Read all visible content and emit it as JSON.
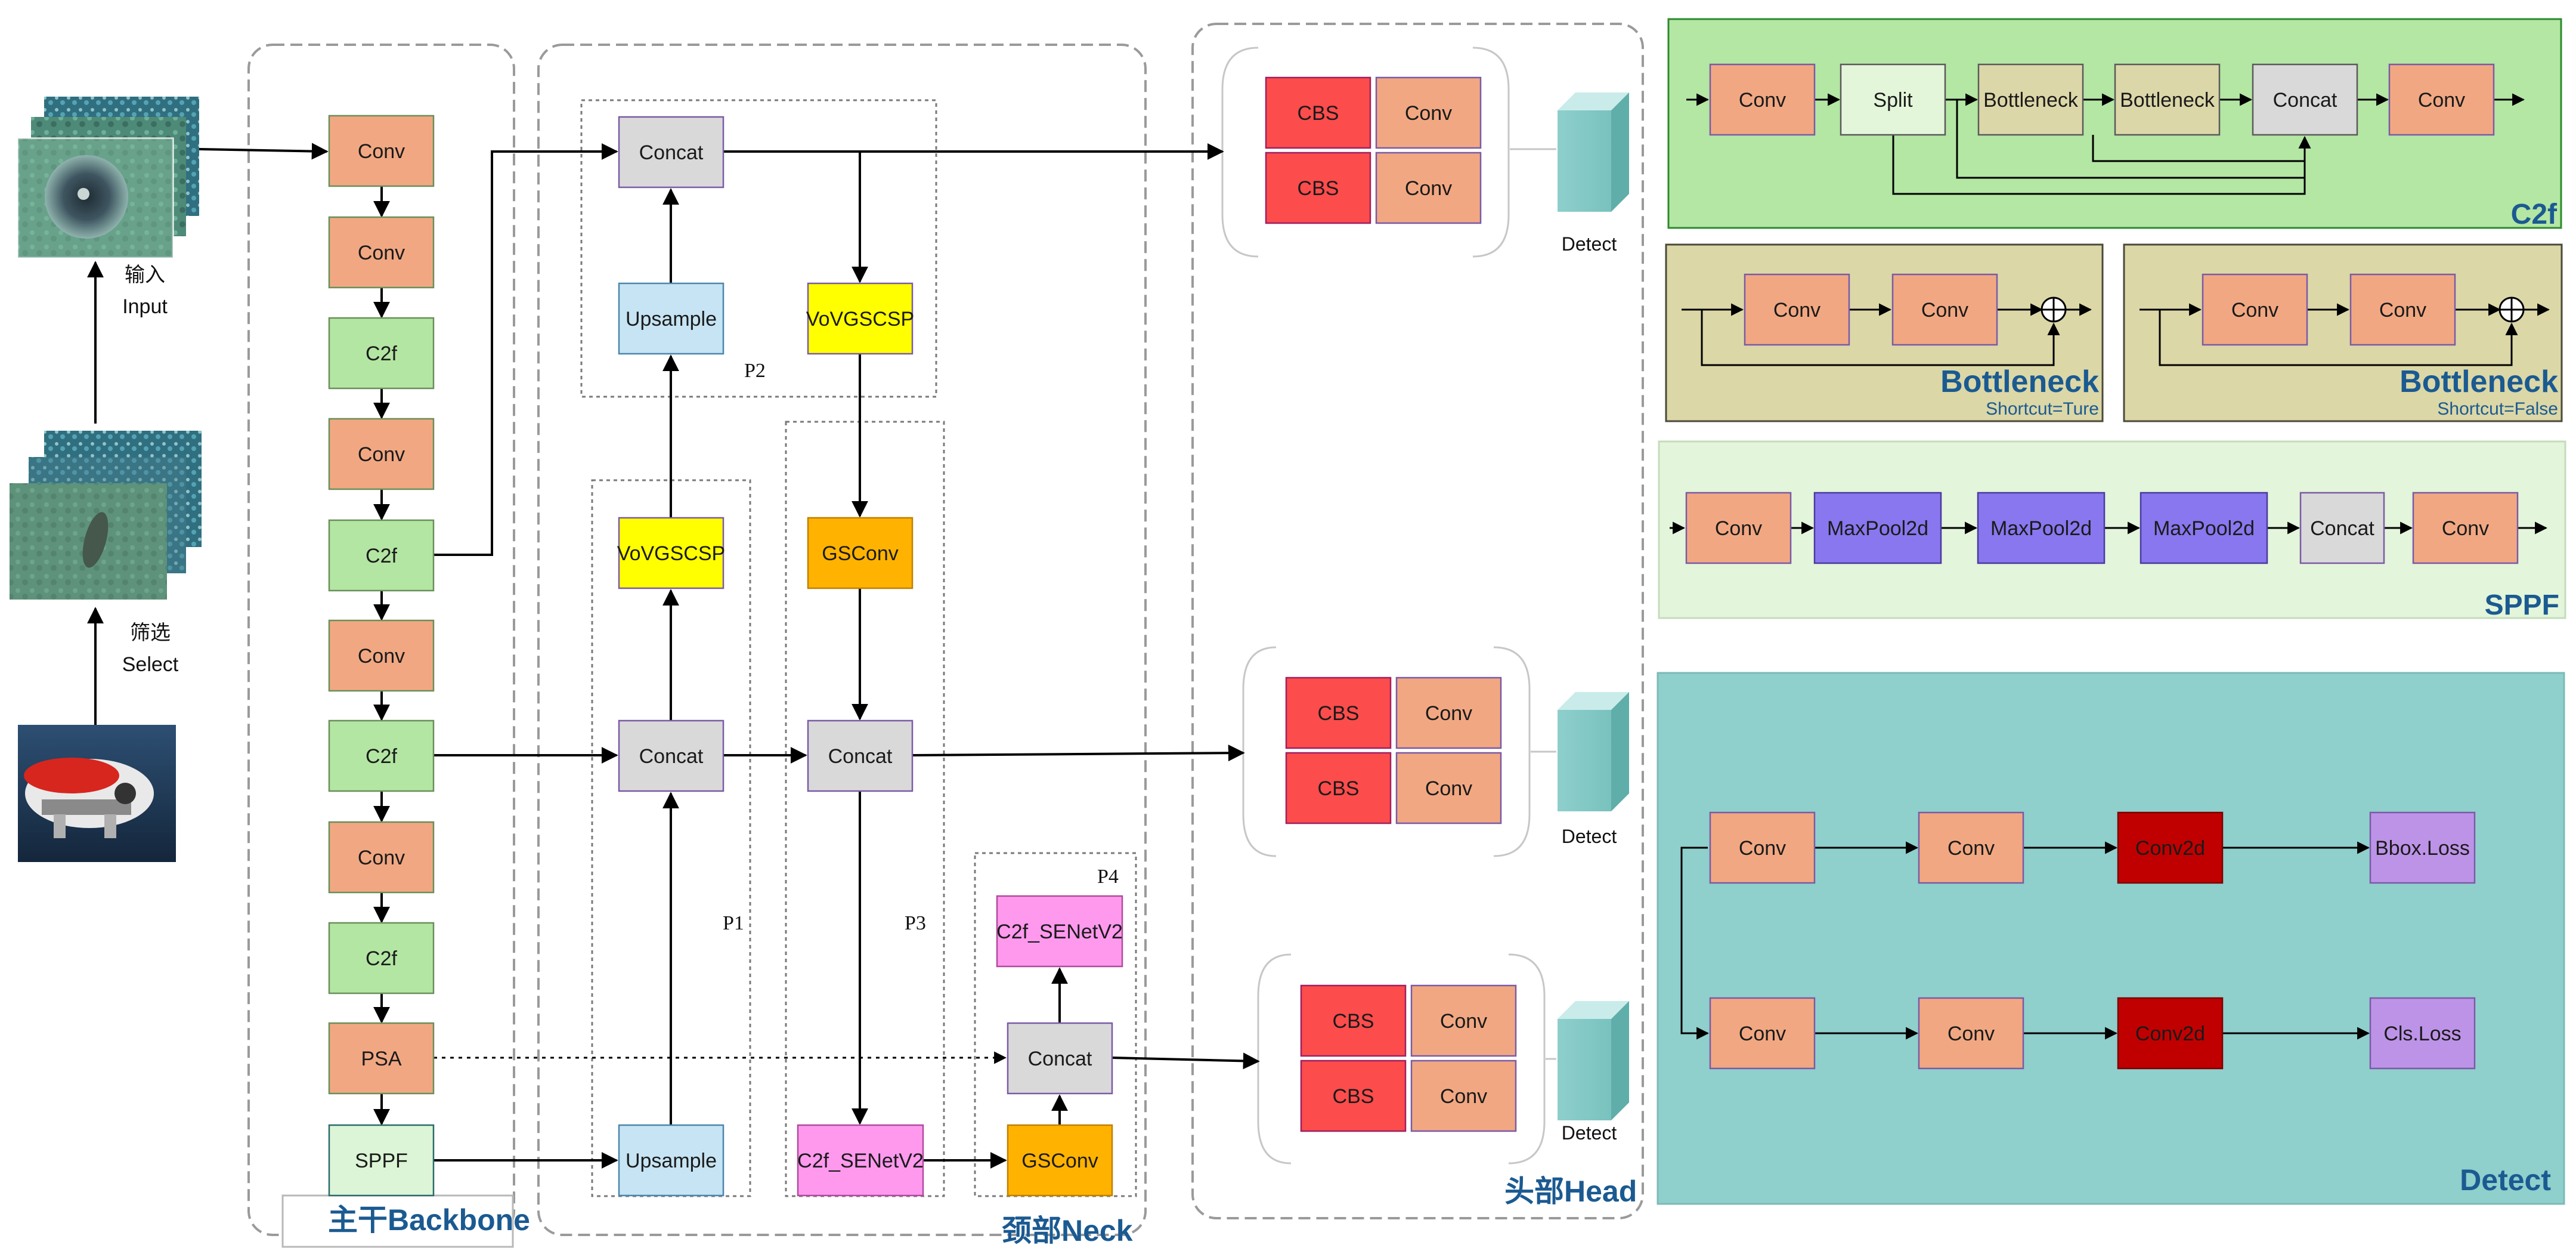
{
  "input": {
    "label_cn": "输入",
    "label_en": "Input",
    "select_cn": "筛选",
    "select_en": "Select",
    "images": [
      "sea-urchin-photo-stack",
      "sea-cucumber-photo-stack",
      "submersible-photo"
    ]
  },
  "sections": {
    "backbone": "主干Backbone",
    "neck": "颈部Neck",
    "head": "头部Head"
  },
  "backbone": {
    "nodes": [
      "Conv",
      "Conv",
      "C2f",
      "Conv",
      "C2f",
      "Conv",
      "C2f",
      "Conv",
      "C2f",
      "PSA",
      "SPPF"
    ]
  },
  "neck": {
    "groups": [
      "P1",
      "P2",
      "P3",
      "P4"
    ],
    "concat": "Concat",
    "upsample": "Upsample",
    "vovgscsp": "VoVGSCSP",
    "gsconv": "GSConv",
    "c2f_senet": "C2f_SENetV2"
  },
  "head": {
    "cbs": "CBS",
    "conv": "Conv",
    "detect": "Detect"
  },
  "c2f_panel": {
    "title": "C2f",
    "nodes": [
      "Conv",
      "Split",
      "Bottleneck",
      "Bottleneck",
      "Concat",
      "Conv"
    ]
  },
  "bottleneck_true": {
    "title": "Bottleneck",
    "subtitle": "Shortcut=Ture",
    "nodes": [
      "Conv",
      "Conv"
    ]
  },
  "bottleneck_false": {
    "title": "Bottleneck",
    "subtitle": "Shortcut=False",
    "nodes": [
      "Conv",
      "Conv"
    ]
  },
  "sppf_panel": {
    "title": "SPPF",
    "nodes": [
      "Conv",
      "MaxPool2d",
      "MaxPool2d",
      "MaxPool2d",
      "Concat",
      "Conv"
    ]
  },
  "detect_panel": {
    "title": "Detect",
    "row1": [
      "Conv",
      "Conv",
      "Conv2d",
      "Bbox.Loss"
    ],
    "row2": [
      "Conv",
      "Conv",
      "Conv2d",
      "Cls.Loss"
    ]
  },
  "colors": {
    "conv": "#f1a882",
    "c2f": "#b3e6a3",
    "psa": "#f1a882",
    "sppf": "#dcf5d6",
    "concat": "#d9d9d9",
    "upsample": "#c6e4f3",
    "vovgscsp": "#ffff00",
    "gsconv": "#ffb300",
    "c2f_senet": "#ff99ee",
    "cbs": "#fc4c4c",
    "split": "#e3f6da",
    "bottleneck": "#dcd7a8",
    "maxpool": "#8877ee",
    "conv2d": "#c00000",
    "loss": "#bd93e8",
    "panel_c2f": "#b4e6a4",
    "panel_bottleneck": "#dbd7a7",
    "panel_sppf": "#e3f5da",
    "panel_detect": "#8fcfcc",
    "section_title": "#1b5a91"
  }
}
